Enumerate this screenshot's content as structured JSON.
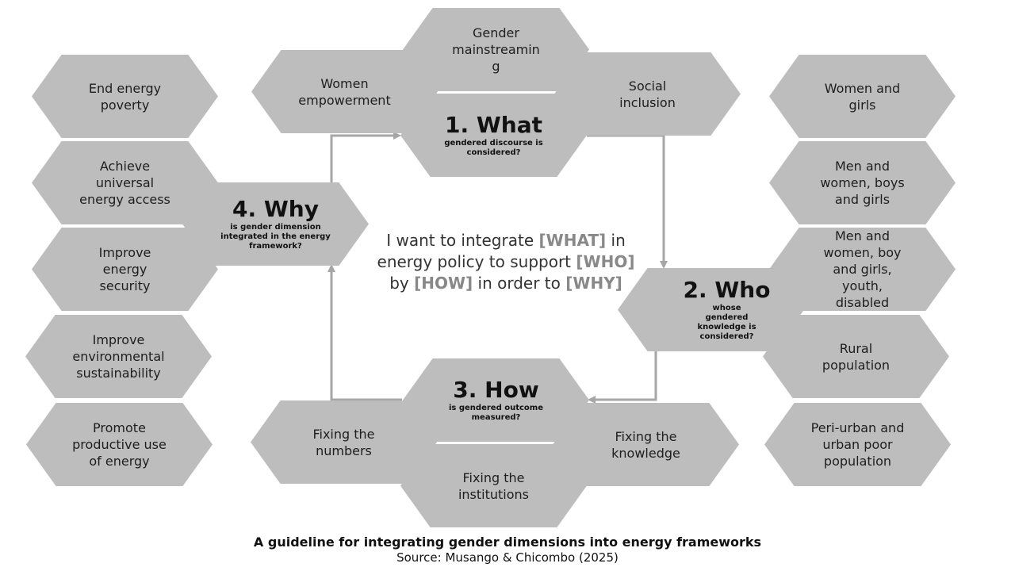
{
  "why_outcomes": [
    "End energy\npoverty",
    "Achieve\nuniversal\nenergy access",
    "Improve\nenergy\nsecurity",
    "Improve\nenvironmental\nsustainability",
    "Promote\nproductive use\nof energy"
  ],
  "what_items": [
    "Women\nempowerment",
    "Gender\nmainstreamin\ng",
    "Social\ninclusion"
  ],
  "who_groups": [
    "Women and\ngirls",
    "Men and\nwomen, boys\nand girls",
    "Men and\nwomen, boy\nand girls,\nyouth,\ndisabled",
    "Rural\npopulation",
    "Peri-urban and\nurban poor\npopulation"
  ],
  "how_items": [
    "Fixing the\nnumbers",
    "Fixing the\ninstitutions",
    "Fixing the\nknowledge"
  ],
  "steps": {
    "what": {
      "title": "1. What",
      "sub": "gendered discourse is considered?"
    },
    "who": {
      "title": "2. Who",
      "sub": "whose gendered knowledge is considered?"
    },
    "how": {
      "title": "3. How",
      "sub": "is gendered outcome measured?"
    },
    "why": {
      "title": "4. Why",
      "sub": "is gender dimension integrated in the energy framework?"
    }
  },
  "center": {
    "line1_a": "I want to integrate ",
    "what_tag": "[WHAT]",
    "line1_b": " in",
    "line2_a": "energy policy to support ",
    "who_tag": "[WHO]",
    "line3_a": "by ",
    "how_tag": "[HOW]",
    "line3_b": " in order to ",
    "why_tag": "[WHY]"
  },
  "caption": {
    "title": "A guideline for integrating gender dimensions into energy frameworks",
    "source": "Source: Musango & Chicombo (2025)"
  },
  "colors": {
    "hexagon": "#bdbdbd",
    "arrow": "#a6a6a6",
    "highlight": "#888888"
  }
}
